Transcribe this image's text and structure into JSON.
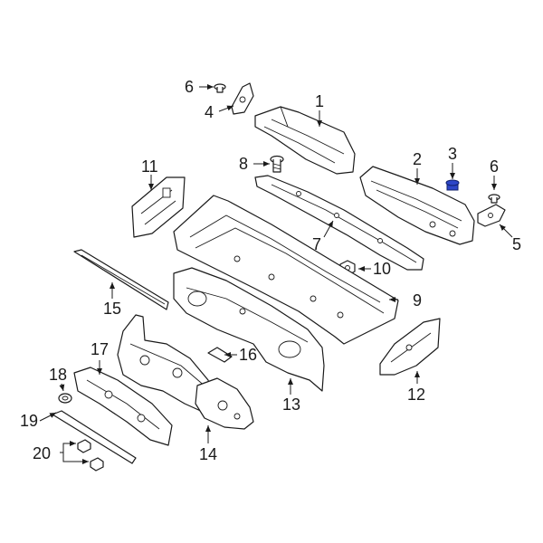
{
  "callouts": {
    "c1": "1",
    "c2": "2",
    "c3": "3",
    "c4": "4",
    "c5": "5",
    "c6a": "6",
    "c6b": "6",
    "c7": "7",
    "c8": "8",
    "c9": "9",
    "c10": "10",
    "c11": "11",
    "c12": "12",
    "c13": "13",
    "c14": "14",
    "c15": "15",
    "c16": "16",
    "c17": "17",
    "c18": "18",
    "c19": "19",
    "c20": "20"
  },
  "colors": {
    "line": "#1a1a1a",
    "highlight": "#2d46c8",
    "background": "#ffffff"
  }
}
